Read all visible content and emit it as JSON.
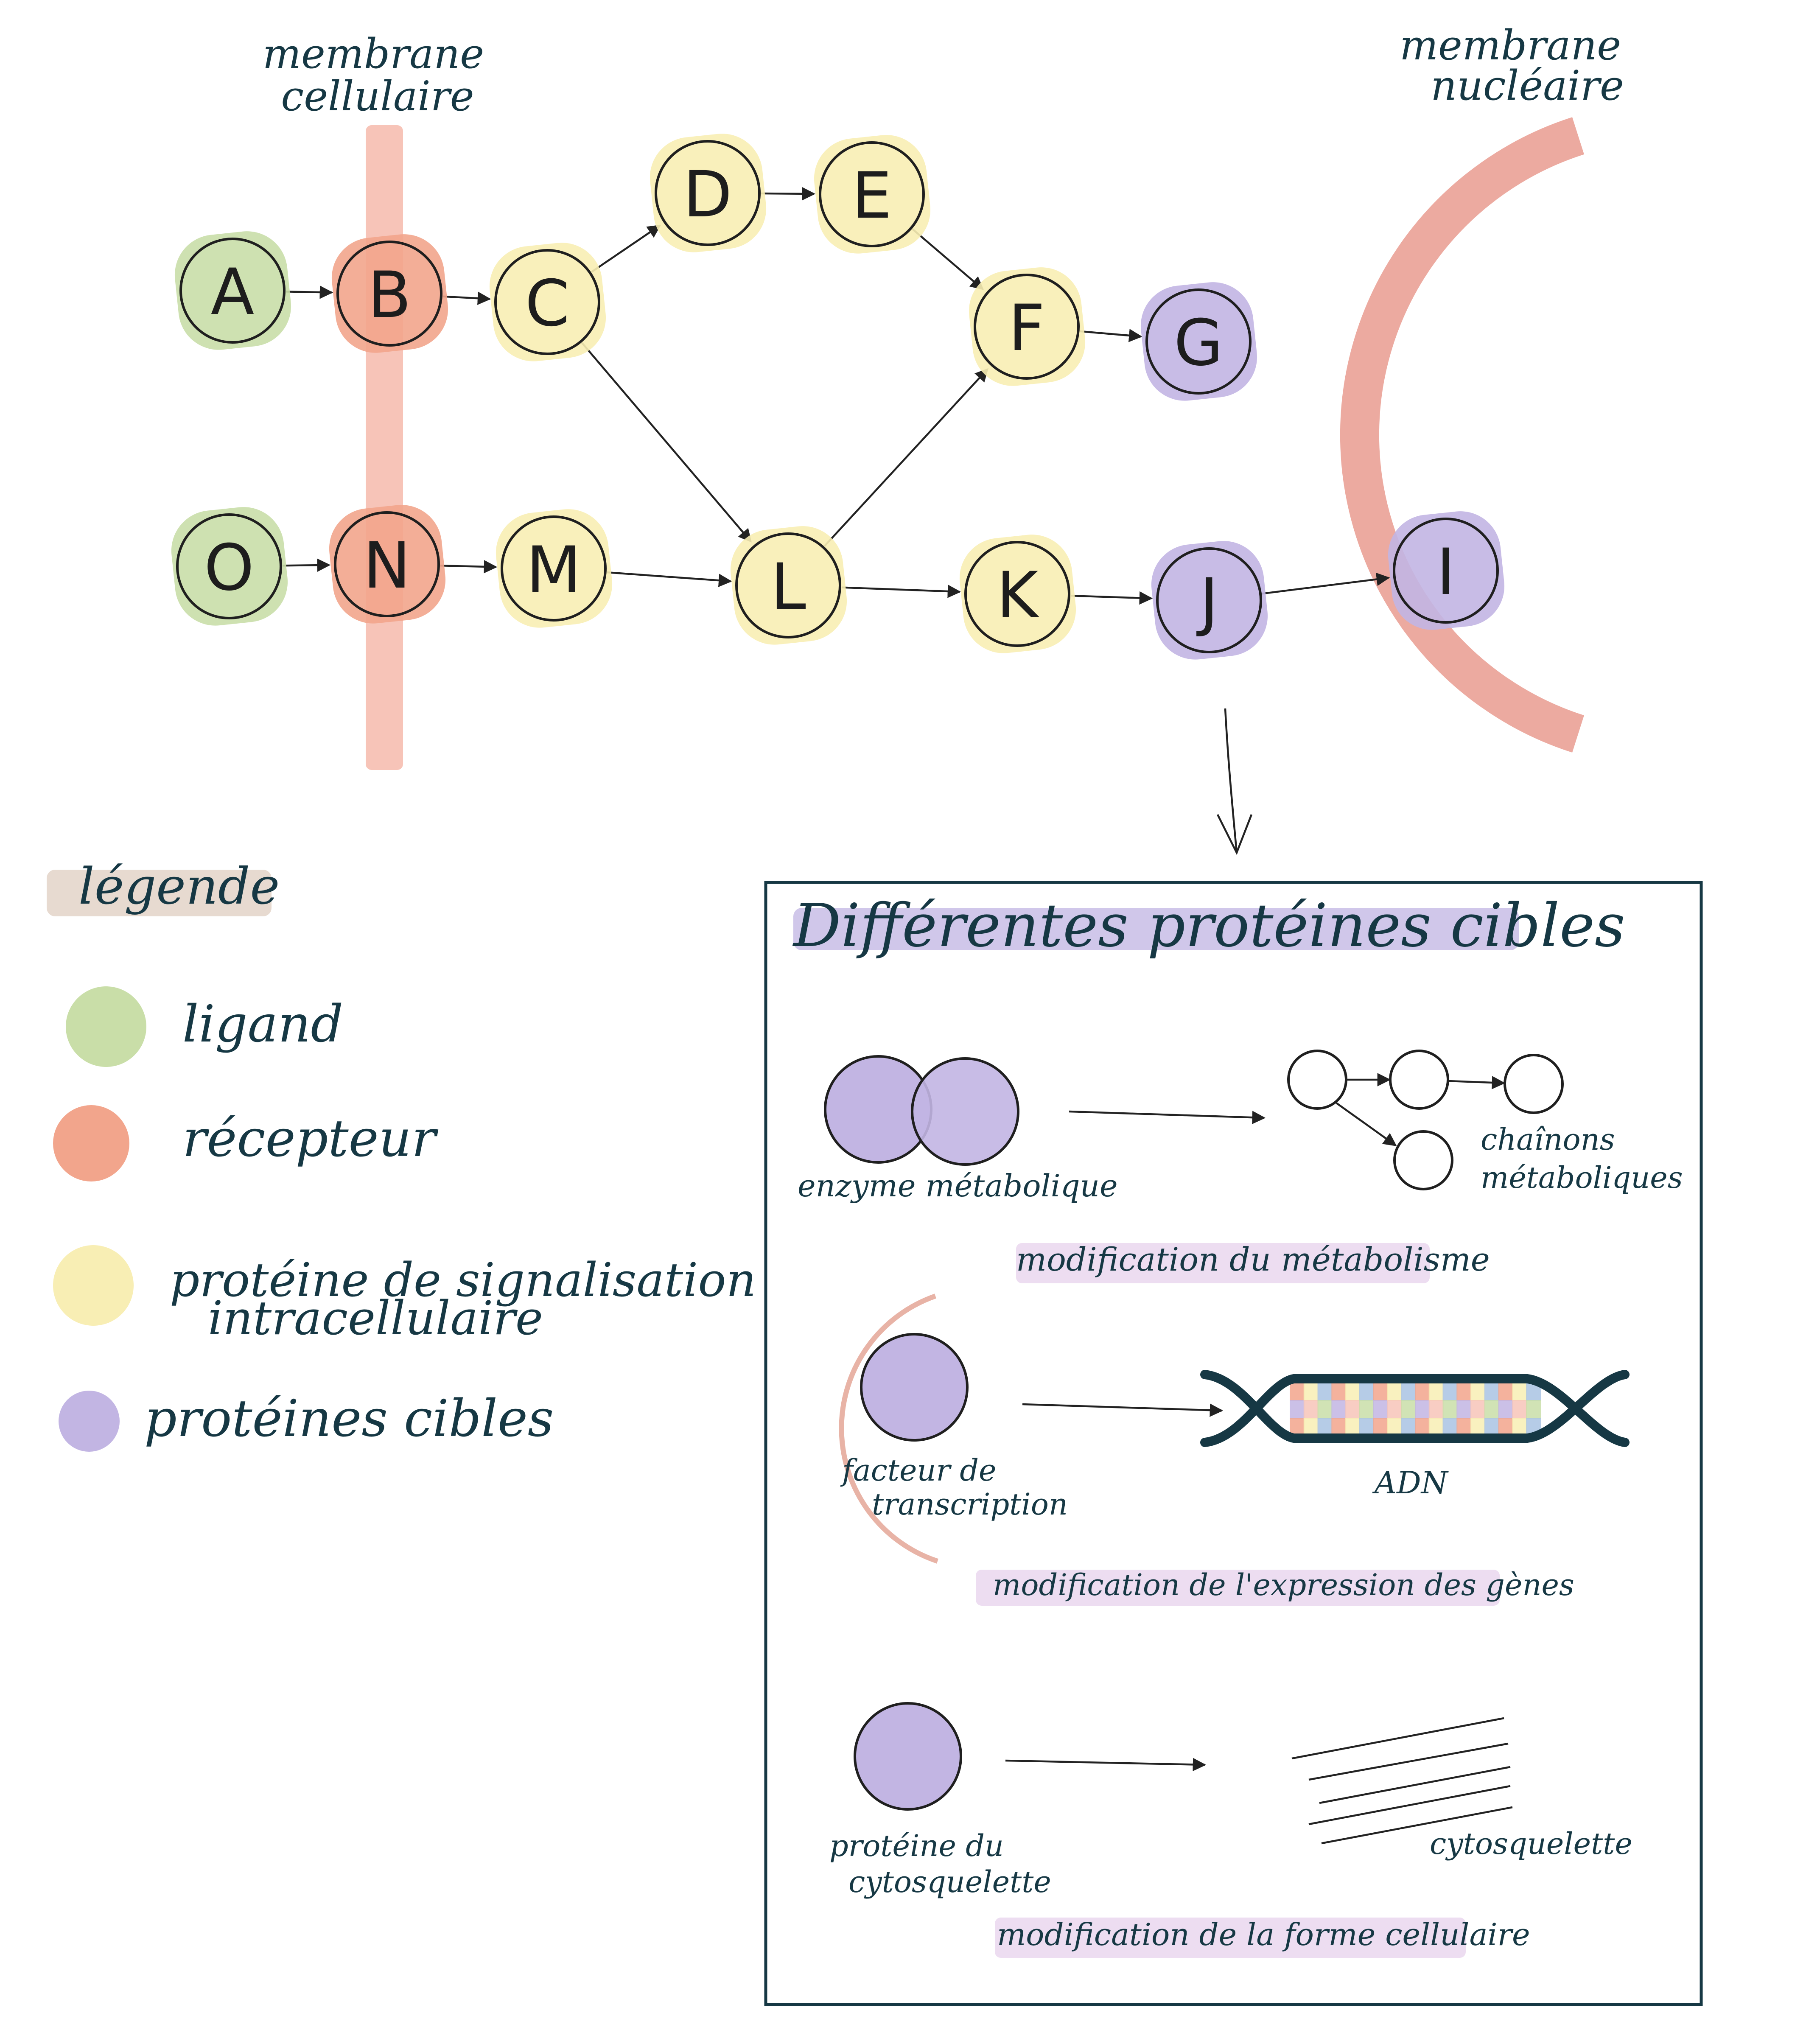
{
  "colors": {
    "ligand": "#c9dea8",
    "recepteur": "#f2a58c",
    "signalisation": "#f8eeb4",
    "cible": "#c2b5e3",
    "membrane_cell": "#f7c4b8",
    "membrane_nuc": "#ecaaa0",
    "legend_highlight": "#e3d3c8",
    "title_highlight": "#c8bde6",
    "caption_highlight": "#ead7ee",
    "ink": "#163844"
  },
  "labels": {
    "membrane_cellulaire_1": "membrane",
    "membrane_cellulaire_2": "cellulaire",
    "membrane_nucleaire_1": "membrane",
    "membrane_nucleaire_2": "nucléaire"
  },
  "nodes": {
    "A": {
      "label": "A",
      "type": "ligand"
    },
    "B": {
      "label": "B",
      "type": "recepteur"
    },
    "C": {
      "label": "C",
      "type": "signalisation"
    },
    "D": {
      "label": "D",
      "type": "signalisation"
    },
    "E": {
      "label": "E",
      "type": "signalisation"
    },
    "F": {
      "label": "F",
      "type": "signalisation"
    },
    "G": {
      "label": "G",
      "type": "cible"
    },
    "O": {
      "label": "O",
      "type": "ligand"
    },
    "N": {
      "label": "N",
      "type": "recepteur"
    },
    "M": {
      "label": "M",
      "type": "signalisation"
    },
    "L": {
      "label": "L",
      "type": "signalisation"
    },
    "K": {
      "label": "K",
      "type": "signalisation"
    },
    "J": {
      "label": "J",
      "type": "cible"
    },
    "I": {
      "label": "I",
      "type": "cible"
    }
  },
  "edges": [
    [
      "A",
      "B"
    ],
    [
      "B",
      "C"
    ],
    [
      "C",
      "D"
    ],
    [
      "D",
      "E"
    ],
    [
      "E",
      "F"
    ],
    [
      "F",
      "G"
    ],
    [
      "O",
      "N"
    ],
    [
      "N",
      "M"
    ],
    [
      "M",
      "L"
    ],
    [
      "L",
      "K"
    ],
    [
      "K",
      "J"
    ],
    [
      "J",
      "I"
    ],
    [
      "C",
      "L"
    ],
    [
      "L",
      "F"
    ]
  ],
  "legend": {
    "title": "légende",
    "items": [
      {
        "key": "ligand",
        "label": "ligand"
      },
      {
        "key": "recepteur",
        "label": "récepteur"
      },
      {
        "key": "signalisation",
        "label": "protéine de signalisation",
        "label2": "intracellulaire"
      },
      {
        "key": "cible",
        "label": "protéines cibles"
      }
    ]
  },
  "targets_box": {
    "title": "Différentes protéines cibles",
    "enzyme_label": "enzyme métabolique",
    "chain_label_1": "chaînons",
    "chain_label_2": "métaboliques",
    "caption_1": "modification du métabolisme",
    "tf_label_1": "facteur de",
    "tf_label_2": "transcription",
    "dna_label": "ADN",
    "caption_2": "modification de l'expression des gènes",
    "cyto_prot_label_1": "protéine du",
    "cyto_prot_label_2": "cytosquelette",
    "cyto_label": "cytosquelette",
    "caption_3": "modification de la forme cellulaire"
  }
}
